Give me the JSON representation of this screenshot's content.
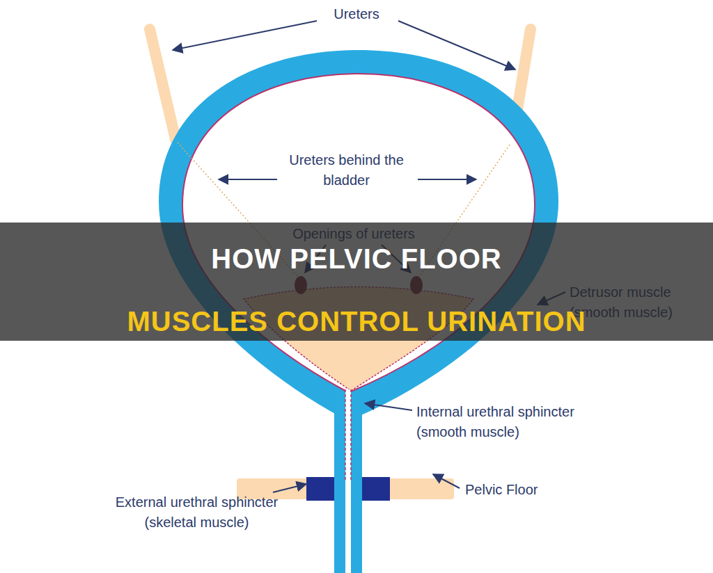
{
  "diagram": {
    "labels": [
      "Ureters",
      "Ureters behind the bladder",
      "Openings of ureters",
      "Detrusor muscle (smooth muscle)",
      "Internal urethral sphincter (smooth muscle)",
      "Pelvic Floor",
      "External urethral sphincter (skeletal muscle)",
      "HOW PELVIC FLOOR",
      "MUSCLES CONTROL URINATION"
    ]
  }
}
